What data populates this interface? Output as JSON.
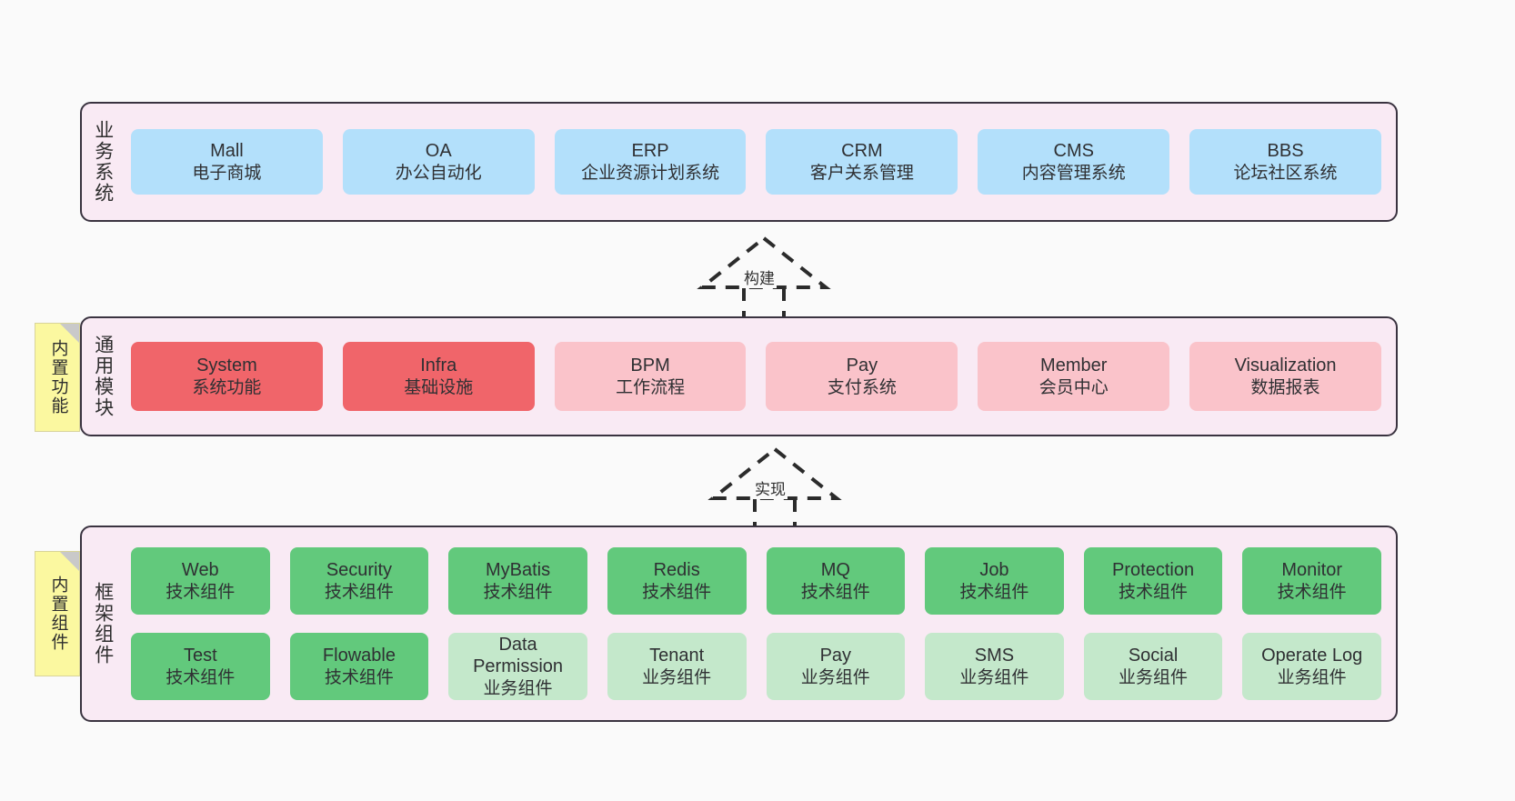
{
  "diagram": {
    "title_semantics": "layered-architecture-diagram",
    "background_color": "#fafafa",
    "panel_color": "#f9eaf4",
    "panel_border_color": "#3a3340",
    "sticky_color": "#fbf8a0"
  },
  "layers": [
    {
      "id": "business",
      "title": "业务系统",
      "sticky": null,
      "rows": [
        {
          "cards": [
            {
              "en": "Mall",
              "cn": "电子商城",
              "color": "#b3e0fb",
              "variant": "c-blue"
            },
            {
              "en": "OA",
              "cn": "办公自动化",
              "color": "#b3e0fb",
              "variant": "c-blue"
            },
            {
              "en": "ERP",
              "cn": "企业资源计划系统",
              "color": "#b3e0fb",
              "variant": "c-blue"
            },
            {
              "en": "CRM",
              "cn": "客户关系管理",
              "color": "#b3e0fb",
              "variant": "c-blue"
            },
            {
              "en": "CMS",
              "cn": "内容管理系统",
              "color": "#b3e0fb",
              "variant": "c-blue"
            },
            {
              "en": "BBS",
              "cn": "论坛社区系统",
              "color": "#b3e0fb",
              "variant": "c-blue"
            }
          ]
        }
      ]
    },
    {
      "id": "modules",
      "title": "通用模块",
      "sticky": "内置功能",
      "rows": [
        {
          "cards": [
            {
              "en": "System",
              "cn": "系统功能",
              "color": "#f0656a",
              "variant": "c-red"
            },
            {
              "en": "Infra",
              "cn": "基础设施",
              "color": "#f0656a",
              "variant": "c-red"
            },
            {
              "en": "BPM",
              "cn": "工作流程",
              "color": "#fac3ca",
              "variant": "c-pink"
            },
            {
              "en": "Pay",
              "cn": "支付系统",
              "color": "#fac3ca",
              "variant": "c-pink"
            },
            {
              "en": "Member",
              "cn": "会员中心",
              "color": "#fac3ca",
              "variant": "c-pink"
            },
            {
              "en": "Visualization",
              "cn": "数据报表",
              "color": "#fac3ca",
              "variant": "c-pink"
            }
          ]
        }
      ]
    },
    {
      "id": "framework",
      "title": "框架组件",
      "sticky": "内置组件",
      "rows": [
        {
          "cards": [
            {
              "en": "Web",
              "cn": "技术组件",
              "color": "#62c97c",
              "variant": "c-green"
            },
            {
              "en": "Security",
              "cn": "技术组件",
              "color": "#62c97c",
              "variant": "c-green"
            },
            {
              "en": "MyBatis",
              "cn": "技术组件",
              "color": "#62c97c",
              "variant": "c-green"
            },
            {
              "en": "Redis",
              "cn": "技术组件",
              "color": "#62c97c",
              "variant": "c-green"
            },
            {
              "en": "MQ",
              "cn": "技术组件",
              "color": "#62c97c",
              "variant": "c-green"
            },
            {
              "en": "Job",
              "cn": "技术组件",
              "color": "#62c97c",
              "variant": "c-green"
            },
            {
              "en": "Protection",
              "cn": "技术组件",
              "color": "#62c97c",
              "variant": "c-green"
            },
            {
              "en": "Monitor",
              "cn": "技术组件",
              "color": "#62c97c",
              "variant": "c-green"
            }
          ]
        },
        {
          "cards": [
            {
              "en": "Test",
              "cn": "技术组件",
              "color": "#62c97c",
              "variant": "c-green"
            },
            {
              "en": "Flowable",
              "cn": "技术组件",
              "color": "#62c97c",
              "variant": "c-green"
            },
            {
              "en": "Data Permission",
              "cn": "业务组件",
              "color": "#c4e8cb",
              "variant": "c-lightgreen"
            },
            {
              "en": "Tenant",
              "cn": "业务组件",
              "color": "#c4e8cb",
              "variant": "c-lightgreen"
            },
            {
              "en": "Pay",
              "cn": "业务组件",
              "color": "#c4e8cb",
              "variant": "c-lightgreen"
            },
            {
              "en": "SMS",
              "cn": "业务组件",
              "color": "#c4e8cb",
              "variant": "c-lightgreen"
            },
            {
              "en": "Social",
              "cn": "业务组件",
              "color": "#c4e8cb",
              "variant": "c-lightgreen"
            },
            {
              "en": "Operate Log",
              "cn": "业务组件",
              "color": "#c4e8cb",
              "variant": "c-lightgreen"
            }
          ]
        }
      ]
    }
  ],
  "connectors": [
    {
      "id": "build",
      "label": "构建",
      "style": "dashed-hollow-triangle-up"
    },
    {
      "id": "impl",
      "label": "实现",
      "style": "dashed-hollow-triangle-up"
    }
  ]
}
